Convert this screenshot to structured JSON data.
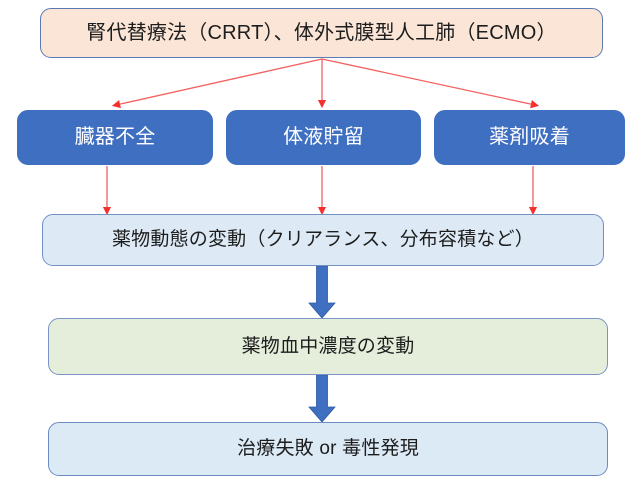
{
  "diagram": {
    "title_node": {
      "label": "腎代替療法（CRRT）、体外式膜型人工肺（ECMO）",
      "fill": "#fae5d6",
      "border": "#5b79b5"
    },
    "factors": [
      {
        "label": "臓器不全",
        "fill": "#3f6fc0",
        "text_color": "#ffffff"
      },
      {
        "label": "体液貯留",
        "fill": "#3f6fc0",
        "text_color": "#ffffff"
      },
      {
        "label": "薬剤吸着",
        "fill": "#3f6fc0",
        "text_color": "#ffffff"
      }
    ],
    "pk_node": {
      "label": "薬物動態の変動（クリアランス、分布容積など）",
      "fill": "#ddeaf6",
      "border": "#7491c4"
    },
    "concentration_node": {
      "label": "薬物血中濃度の変動",
      "fill": "#e5eedb",
      "border": "#7b93c6"
    },
    "outcome_node": {
      "label": "治療失敗 or 毒性発現",
      "fill": "#dceaf6",
      "border": "#6b8bc2"
    },
    "connectors": {
      "thin_arrow_color": "#f4605e",
      "block_arrow_color": "#3f6fc0"
    }
  }
}
